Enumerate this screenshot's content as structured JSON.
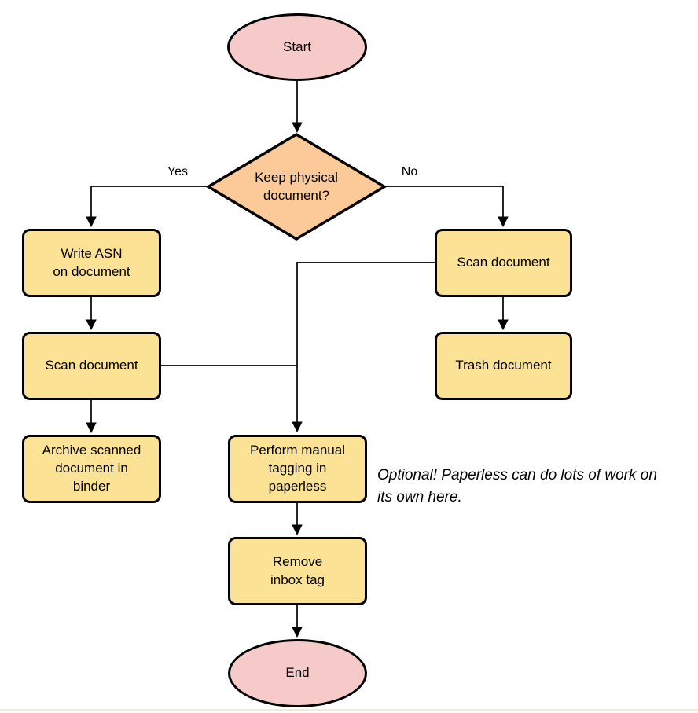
{
  "colors": {
    "terminal_fill": "#f7caca",
    "decision_fill": "#fbca98",
    "process_fill": "#fce294",
    "stroke": "#000000"
  },
  "nodes": {
    "start": {
      "label": "Start",
      "type": "terminal"
    },
    "decision": {
      "label": "Keep physical\ndocument?",
      "type": "decision"
    },
    "write_asn": {
      "label": "Write ASN\non document",
      "type": "process"
    },
    "scan_left": {
      "label": "Scan document",
      "type": "process"
    },
    "archive": {
      "label": "Archive scanned\ndocument in\nbinder",
      "type": "process"
    },
    "scan_right": {
      "label": "Scan document",
      "type": "process"
    },
    "trash": {
      "label": "Trash document",
      "type": "process"
    },
    "tagging": {
      "label": "Perform manual\ntagging in\npaperless",
      "type": "process"
    },
    "remove_inbox": {
      "label": "Remove\ninbox tag",
      "type": "process"
    },
    "end": {
      "label": "End",
      "type": "terminal"
    }
  },
  "edge_labels": {
    "yes": "Yes",
    "no": "No"
  },
  "note": {
    "text": "Optional! Paperless can do lots of work on\nits own here."
  }
}
